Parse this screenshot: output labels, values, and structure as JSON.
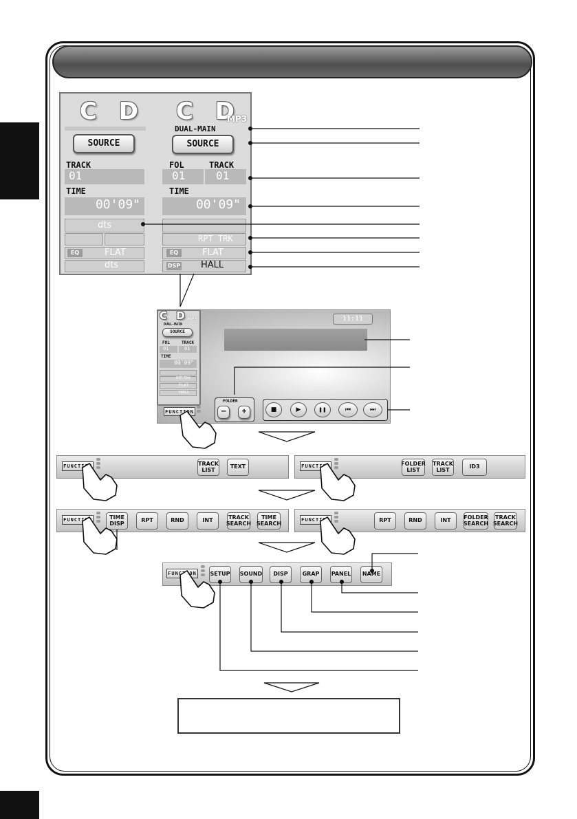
{
  "cd_panel_left": {
    "logo": "C D",
    "source_label": "SOURCE",
    "track_label": "TRACK",
    "track_value": "01",
    "time_label": "TIME",
    "time_value": "00'09\"",
    "dts_label": "dts",
    "eq_label": "EQ",
    "eq_value": "FLAT",
    "dsp_value": "dts"
  },
  "cd_panel_right": {
    "logo": "C D",
    "format": "MP3",
    "dual_main": "DUAL-MAIN",
    "source_label": "SOURCE",
    "fol_label": "FOL",
    "track_label": "TRACK",
    "fol_value": "01",
    "track_value": "01",
    "time_label": "TIME",
    "time_value": "00'09\"",
    "mode_value": "RPT TRK",
    "eq_label": "EQ",
    "eq_value": "FLAT",
    "dsp_label": "DSP",
    "dsp_value": "HALL"
  },
  "main_screen": {
    "clock": "11:11",
    "mini_logo": "C D",
    "mini_format": "MP3",
    "mini_dual_main": "DUAL-MAIN",
    "mini_source": "SOURCE",
    "mini_fol_label": "FOL",
    "mini_track_label": "TRACK",
    "mini_fol_value": "01",
    "mini_track_value": "01",
    "mini_time_label": "TIME",
    "mini_time_value": "00'09\"",
    "mini_mode": "RPT TRK",
    "mini_eq": "FLAT",
    "mini_dsp": "HALL",
    "folder_label": "FOLDER",
    "folder_minus": "–",
    "folder_plus": "+",
    "function_label": "FUNCTION",
    "controls": [
      "■",
      "▶",
      "❚❚",
      "⏮",
      "⏭"
    ]
  },
  "function_bars": {
    "cd_page1": {
      "function": "FUNCTION",
      "buttons": [
        "TRACK\nLIST",
        "TEXT"
      ]
    },
    "mp3_page1": {
      "function": "FUNCTION",
      "buttons": [
        "FOLDER\nLIST",
        "TRACK\nLIST",
        "ID3"
      ]
    },
    "cd_page2": {
      "function": "FUNCTION",
      "buttons": [
        "TIME\nDISP",
        "RPT",
        "RND",
        "INT",
        "TRACK\nSEARCH",
        "TIME\nSEARCH"
      ]
    },
    "mp3_page2": {
      "function": "FUNCTION",
      "buttons": [
        "RPT",
        "RND",
        "INT",
        "FOLDER\nSEARCH",
        "TRACK\nSEARCH"
      ]
    },
    "common_page3": {
      "function": "FUNCTION",
      "buttons": [
        "SETUP",
        "SOUND",
        "DISP",
        "GRAP",
        "PANEL",
        "NAME"
      ]
    }
  }
}
